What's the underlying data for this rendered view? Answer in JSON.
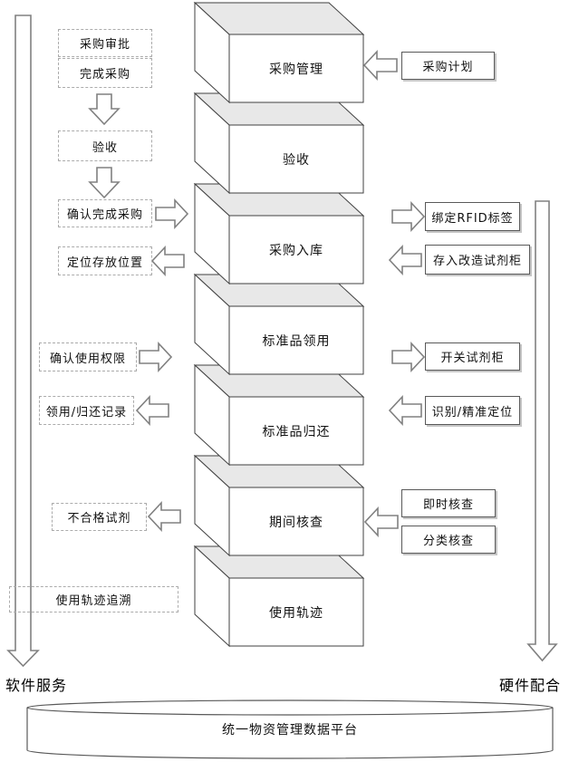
{
  "center_stack": {
    "boxes": [
      "采购管理",
      "验收",
      "采购入库",
      "标准品领用",
      "标准品归还",
      "期间核查",
      "使用轨迹"
    ]
  },
  "left_column": {
    "purchase_approval": "采购审批",
    "complete_purchase": "完成采购",
    "acceptance": "验收",
    "confirm_complete_purchase": "确认完成采购",
    "locate_storage_position": "定位存放位置",
    "confirm_usage_permission": "确认使用权限",
    "borrow_return_record": "领用/归还记录",
    "unqualified_reagent": "不合格试剂",
    "usage_trace_tracking": "使用轨迹追溯",
    "footer_label": "软件服务"
  },
  "right_column": {
    "purchase_plan": "采购计划",
    "bind_rfid_tag": "绑定RFID标签",
    "store_in_modified_cabinet": "存入改造试剂柜",
    "open_close_cabinet": "开关试剂柜",
    "identify_precise_locate": "识别/精准定位",
    "instant_check": "即时核查",
    "classified_check": "分类核查",
    "footer_label": "硬件配合"
  },
  "platform": {
    "label": "统一物资管理数据平台"
  },
  "colors": {
    "box_top_face": "#e8e8e8",
    "box_outline": "#404040",
    "arrow_outline": "#808080",
    "solid_box_border": "#595959",
    "dashed_box_border": "#ababab",
    "shadow": "#c6c6c6"
  }
}
